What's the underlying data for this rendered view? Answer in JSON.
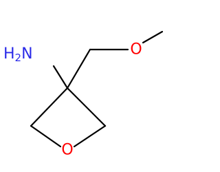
{
  "molecule": {
    "atoms": {
      "amine": {
        "text": "H",
        "subscript": "2",
        "element": "N",
        "color": "#2a2ae8"
      },
      "ether_oxygen": {
        "text": "O",
        "color": "#ff0000"
      },
      "ring_oxygen": {
        "text": "O",
        "color": "#ff0000"
      }
    },
    "bond_color": "#000000"
  }
}
